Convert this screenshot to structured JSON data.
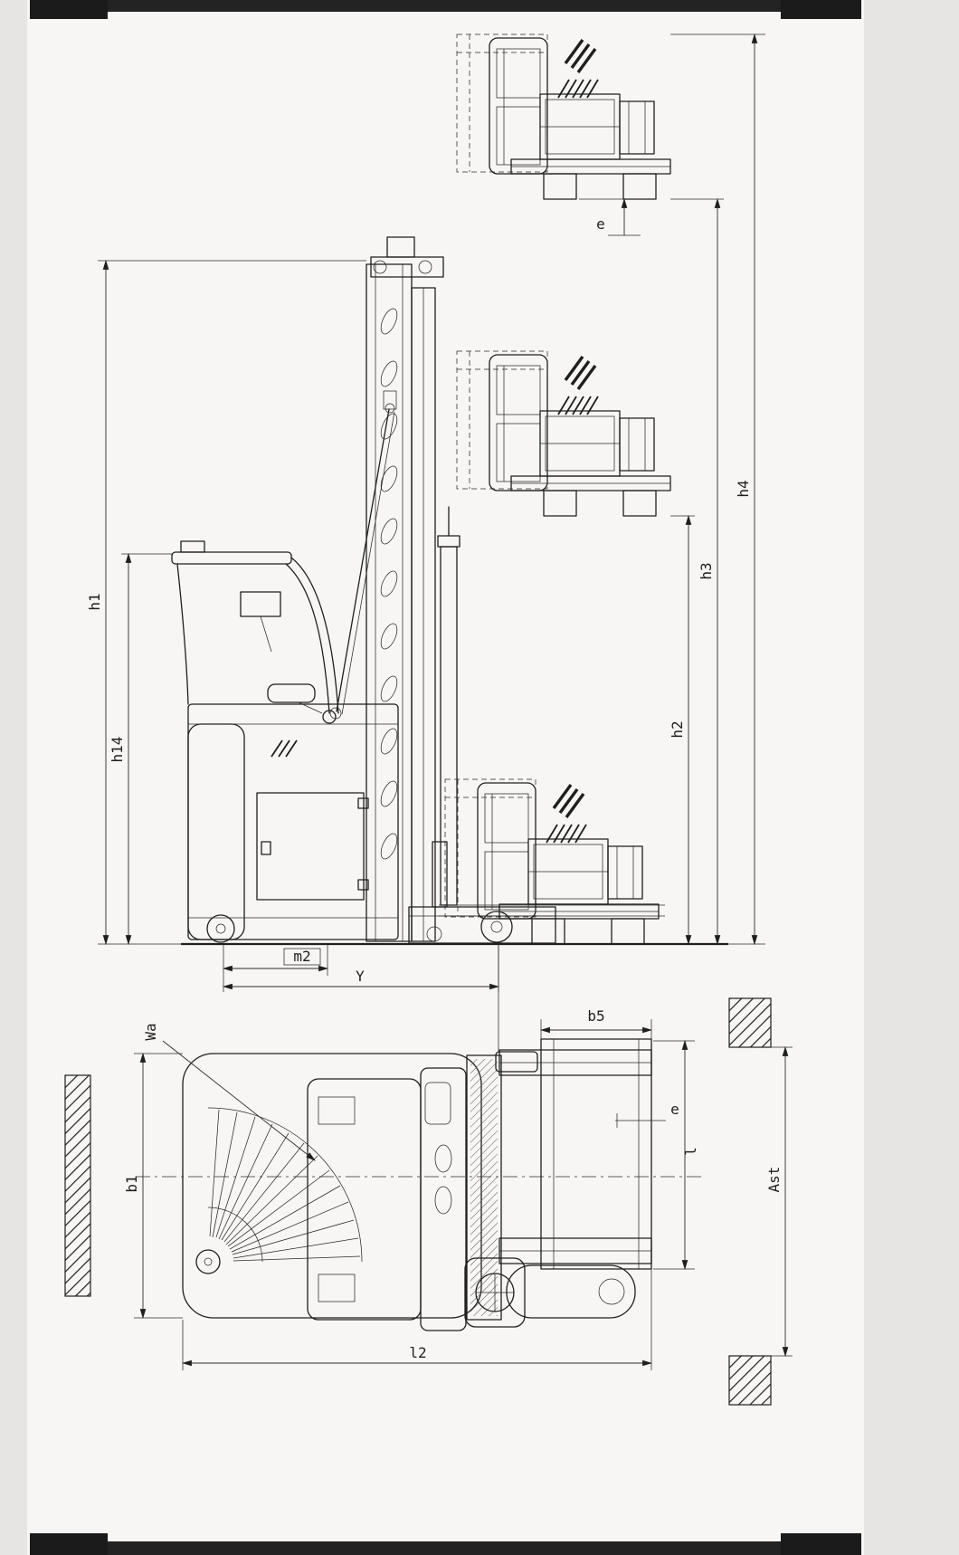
{
  "document": {
    "ink_color": "#1f1f1f",
    "paper_color": "#f7f6f4",
    "background_color": "#e7e5e3"
  },
  "side_view": {
    "labels": {
      "h1": "h1",
      "h14": "h14",
      "h2": "h2",
      "h3": "h3",
      "h4": "h4",
      "e": "e",
      "m2": "m2",
      "y": "Y"
    }
  },
  "plan_view": {
    "labels": {
      "wa": "Wa",
      "b5": "b5",
      "e": "e",
      "l": "l",
      "ast": "Ast",
      "b1": "b1",
      "l2": "l2"
    }
  }
}
